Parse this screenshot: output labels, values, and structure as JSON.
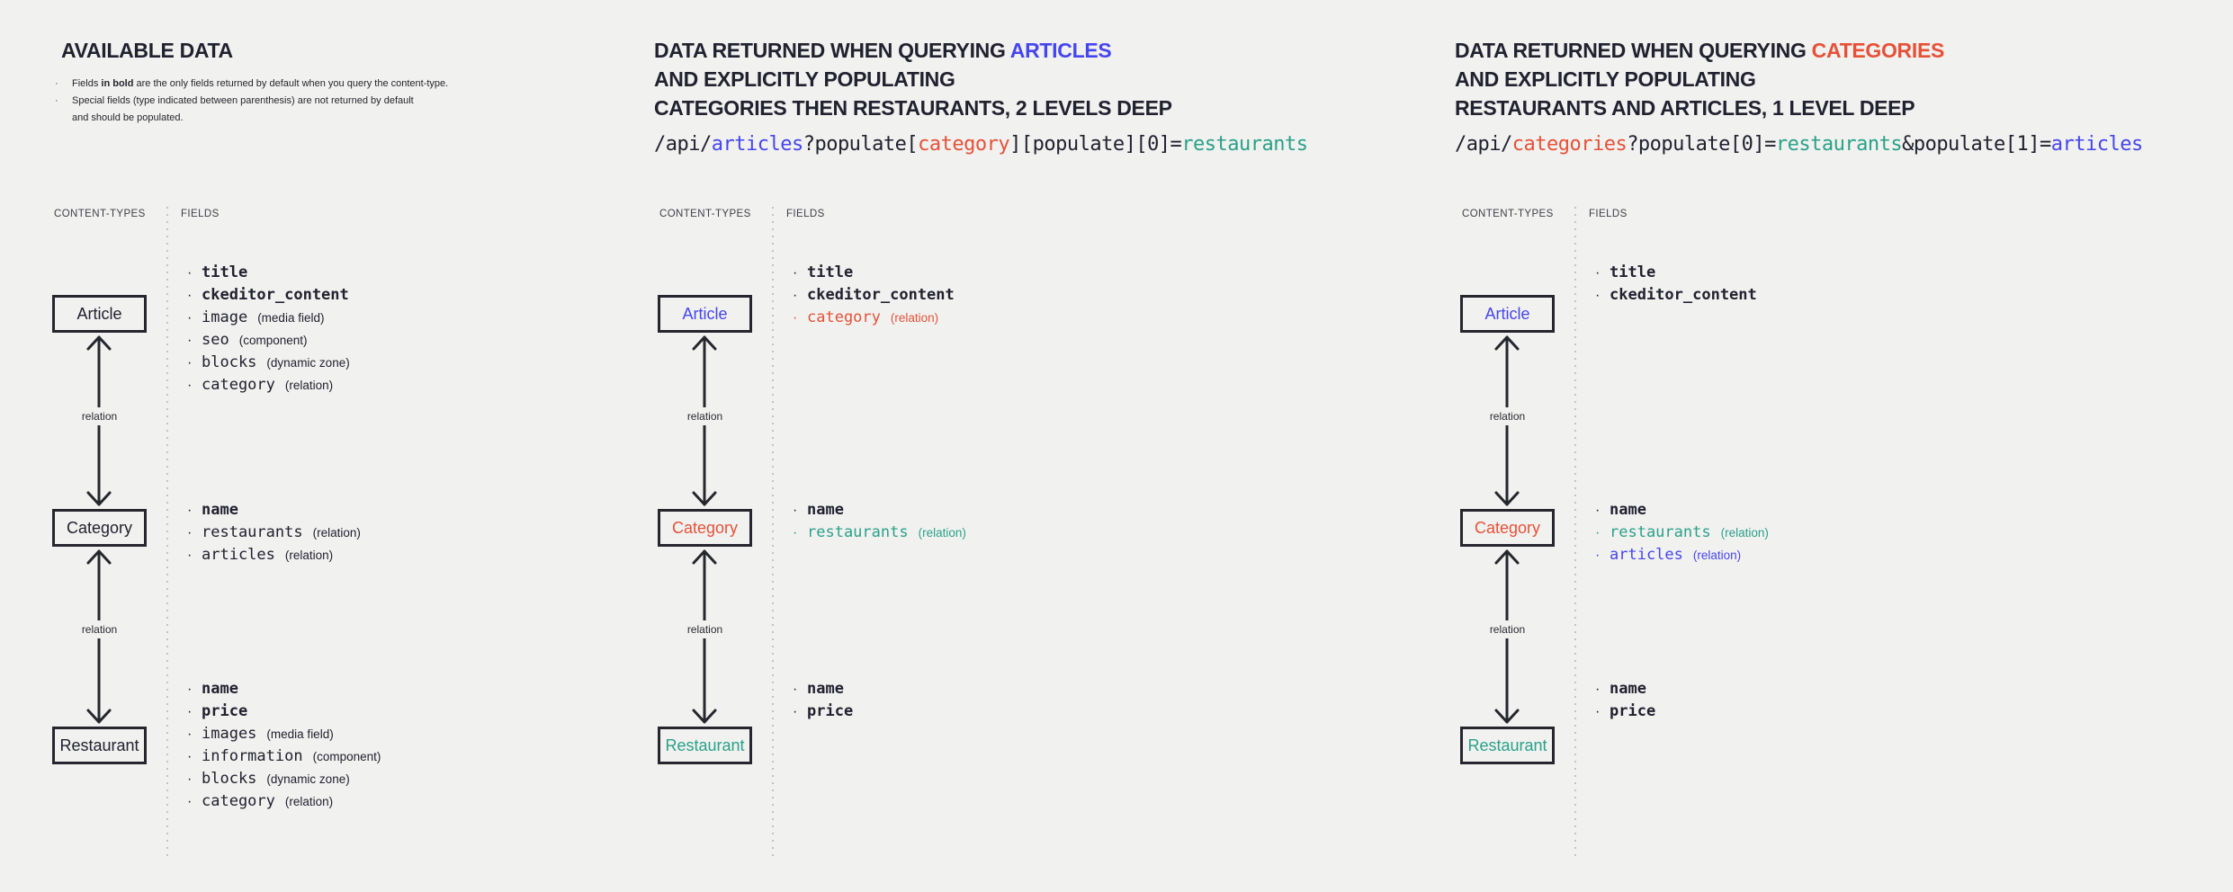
{
  "colors": {
    "background": "#f1f1ef",
    "ink": "#212130",
    "blue": "#4545f0",
    "red": "#e65138",
    "green": "#2aa189",
    "header_muted": "#3f3f49",
    "divider": "#c3c3c3"
  },
  "columns": [
    {
      "id": "available-data",
      "title_lines": [
        [
          {
            "text": "AVAILABLE DATA",
            "color": "ink"
          }
        ]
      ],
      "notes": [
        {
          "parts": [
            {
              "text": "Fields ",
              "bold": false
            },
            {
              "text": "in bold",
              "bold": true
            },
            {
              "text": " are the only fields returned by default when you query the content-type.",
              "bold": false
            }
          ]
        },
        {
          "parts": [
            {
              "text": "Special fields (type indicated between parenthesis) are not returned by default\nand should be populated.",
              "bold": false
            }
          ]
        }
      ],
      "api_segments": [],
      "table": {
        "content_types_label": "CONTENT-TYPES",
        "fields_label": "FIELDS",
        "relation_label": "relation",
        "entities": [
          {
            "name": "Article",
            "color": "ink",
            "fields": [
              {
                "name": "title",
                "bold": true,
                "color": "ink",
                "annotation": ""
              },
              {
                "name": "ckeditor_content",
                "bold": true,
                "color": "ink",
                "annotation": ""
              },
              {
                "name": "image",
                "bold": false,
                "color": "ink",
                "annotation": "(media field)"
              },
              {
                "name": "seo",
                "bold": false,
                "color": "ink",
                "annotation": "(component)"
              },
              {
                "name": "blocks",
                "bold": false,
                "color": "ink",
                "annotation": "(dynamic zone)"
              },
              {
                "name": "category",
                "bold": false,
                "color": "ink",
                "annotation": "(relation)"
              }
            ]
          },
          {
            "name": "Category",
            "color": "ink",
            "fields": [
              {
                "name": "name",
                "bold": true,
                "color": "ink",
                "annotation": ""
              },
              {
                "name": "restaurants",
                "bold": false,
                "color": "ink",
                "annotation": "(relation)"
              },
              {
                "name": "articles",
                "bold": false,
                "color": "ink",
                "annotation": "(relation)"
              }
            ]
          },
          {
            "name": "Restaurant",
            "color": "ink",
            "fields": [
              {
                "name": "name",
                "bold": true,
                "color": "ink",
                "annotation": ""
              },
              {
                "name": "price",
                "bold": true,
                "color": "ink",
                "annotation": ""
              },
              {
                "name": "images",
                "bold": false,
                "color": "ink",
                "annotation": "(media field)"
              },
              {
                "name": "information",
                "bold": false,
                "color": "ink",
                "annotation": "(component)"
              },
              {
                "name": "blocks",
                "bold": false,
                "color": "ink",
                "annotation": "(dynamic zone)"
              },
              {
                "name": "category",
                "bold": false,
                "color": "ink",
                "annotation": "(relation)"
              }
            ]
          }
        ]
      }
    },
    {
      "id": "query-articles",
      "title_lines": [
        [
          {
            "text": "DATA RETURNED WHEN QUERYING ",
            "color": "ink"
          },
          {
            "text": "ARTICLES",
            "color": "blue"
          }
        ],
        [
          {
            "text": "AND EXPLICITLY POPULATING",
            "color": "ink"
          }
        ],
        [
          {
            "text": "CATEGORIES THEN RESTAURANTS, 2 LEVELS DEEP",
            "color": "ink"
          }
        ]
      ],
      "notes": [],
      "api_segments": [
        {
          "text": "/api/",
          "color": "ink"
        },
        {
          "text": "articles",
          "color": "blue"
        },
        {
          "text": "?populate[",
          "color": "ink"
        },
        {
          "text": "category",
          "color": "red"
        },
        {
          "text": "][populate][0]=",
          "color": "ink"
        },
        {
          "text": "restaurants",
          "color": "green"
        }
      ],
      "table": {
        "content_types_label": "CONTENT-TYPES",
        "fields_label": "FIELDS",
        "relation_label": "relation",
        "entities": [
          {
            "name": "Article",
            "color": "blue",
            "fields": [
              {
                "name": "title",
                "bold": true,
                "color": "ink",
                "annotation": ""
              },
              {
                "name": "ckeditor_content",
                "bold": true,
                "color": "ink",
                "annotation": ""
              },
              {
                "name": "category",
                "bold": false,
                "color": "red",
                "annotation": "(relation)"
              }
            ]
          },
          {
            "name": "Category",
            "color": "red",
            "fields": [
              {
                "name": "name",
                "bold": true,
                "color": "ink",
                "annotation": ""
              },
              {
                "name": "restaurants",
                "bold": false,
                "color": "green",
                "annotation": "(relation)"
              }
            ]
          },
          {
            "name": "Restaurant",
            "color": "green",
            "fields": [
              {
                "name": "name",
                "bold": true,
                "color": "ink",
                "annotation": ""
              },
              {
                "name": "price",
                "bold": true,
                "color": "ink",
                "annotation": ""
              }
            ]
          }
        ]
      }
    },
    {
      "id": "query-categories",
      "title_lines": [
        [
          {
            "text": "DATA RETURNED WHEN QUERYING ",
            "color": "ink"
          },
          {
            "text": "CATEGORIES",
            "color": "red"
          }
        ],
        [
          {
            "text": "AND EXPLICITLY POPULATING",
            "color": "ink"
          }
        ],
        [
          {
            "text": "RESTAURANTS AND ARTICLES, 1 LEVEL DEEP",
            "color": "ink"
          }
        ]
      ],
      "notes": [],
      "api_segments": [
        {
          "text": "/api/",
          "color": "ink"
        },
        {
          "text": "categories",
          "color": "red"
        },
        {
          "text": "?populate[0]=",
          "color": "ink"
        },
        {
          "text": "restaurants",
          "color": "green"
        },
        {
          "text": "&populate[1]=",
          "color": "ink"
        },
        {
          "text": "articles",
          "color": "blue"
        }
      ],
      "table": {
        "content_types_label": "CONTENT-TYPES",
        "fields_label": "FIELDS",
        "relation_label": "relation",
        "entities": [
          {
            "name": "Article",
            "color": "blue",
            "fields": [
              {
                "name": "title",
                "bold": true,
                "color": "ink",
                "annotation": ""
              },
              {
                "name": "ckeditor_content",
                "bold": true,
                "color": "ink",
                "annotation": ""
              }
            ]
          },
          {
            "name": "Category",
            "color": "red",
            "fields": [
              {
                "name": "name",
                "bold": true,
                "color": "ink",
                "annotation": ""
              },
              {
                "name": "restaurants",
                "bold": false,
                "color": "green",
                "annotation": "(relation)"
              },
              {
                "name": "articles",
                "bold": false,
                "color": "blue",
                "annotation": "(relation)"
              }
            ]
          },
          {
            "name": "Restaurant",
            "color": "green",
            "fields": [
              {
                "name": "name",
                "bold": true,
                "color": "ink",
                "annotation": ""
              },
              {
                "name": "price",
                "bold": true,
                "color": "ink",
                "annotation": ""
              }
            ]
          }
        ]
      }
    }
  ]
}
